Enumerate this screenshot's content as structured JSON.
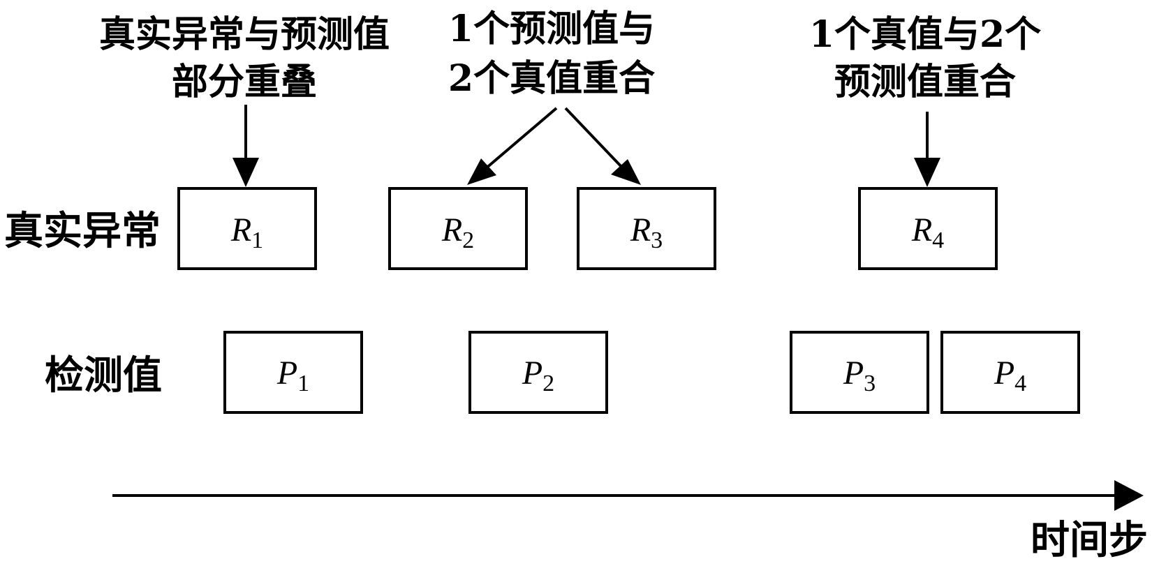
{
  "rows": {
    "real_label": "真实异常",
    "pred_label": "检测值"
  },
  "real_boxes": [
    {
      "letter": "R",
      "sub": "1"
    },
    {
      "letter": "R",
      "sub": "2"
    },
    {
      "letter": "R",
      "sub": "3"
    },
    {
      "letter": "R",
      "sub": "4"
    }
  ],
  "pred_boxes": [
    {
      "letter": "P",
      "sub": "1"
    },
    {
      "letter": "P",
      "sub": "2"
    },
    {
      "letter": "P",
      "sub": "3"
    },
    {
      "letter": "P",
      "sub": "4"
    }
  ],
  "annotations": [
    {
      "lines": [
        "真实异常与预测值",
        "部分重叠"
      ]
    },
    {
      "lines": [
        "1个预测值与",
        "2个真值重合"
      ]
    },
    {
      "lines": [
        "1个真值与2个",
        "预测值重合"
      ]
    }
  ],
  "axis": {
    "label": "时间步"
  },
  "colors": {
    "stroke": "#000000",
    "background": "#ffffff"
  }
}
